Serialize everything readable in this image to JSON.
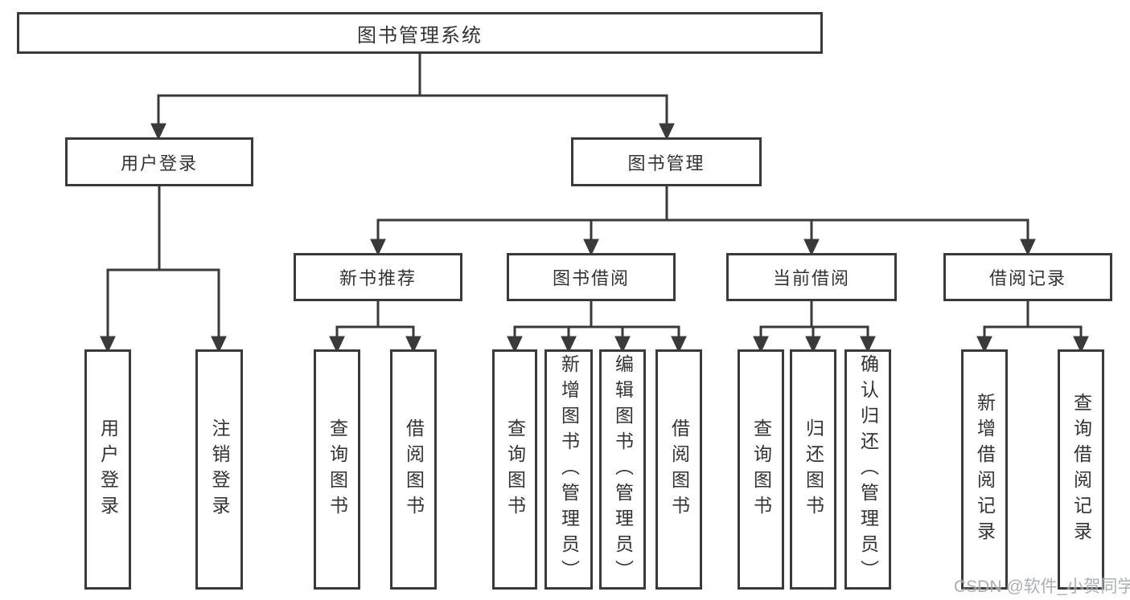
{
  "tree": {
    "label": "图书管理系统",
    "children": [
      {
        "label": "用户登录",
        "children": [
          {
            "label": "用户登录"
          },
          {
            "label": "注销登录"
          }
        ]
      },
      {
        "label": "图书管理",
        "children": [
          {
            "label": "新书推荐",
            "children": [
              {
                "label": "查询图书"
              },
              {
                "label": "借阅图书"
              }
            ]
          },
          {
            "label": "图书借阅",
            "children": [
              {
                "label": "查询图书"
              },
              {
                "label": "新增图书（管理员）"
              },
              {
                "label": "编辑图书（管理员）"
              },
              {
                "label": "借阅图书"
              }
            ]
          },
          {
            "label": "当前借阅",
            "children": [
              {
                "label": "查询图书"
              },
              {
                "label": "归还图书"
              },
              {
                "label": "确认归还（管理员）"
              }
            ]
          },
          {
            "label": "借阅记录",
            "children": [
              {
                "label": "新增借阅记录"
              },
              {
                "label": "查询借阅记录"
              }
            ]
          }
        ]
      }
    ]
  },
  "watermark": {
    "text": "CSDN @软件_小贺同学"
  },
  "colors": {
    "line": "#3a3a3a",
    "box_border": "#3a3a3a",
    "text": "#333333",
    "background": "#ffffff",
    "watermark": "#a0a5aa"
  }
}
